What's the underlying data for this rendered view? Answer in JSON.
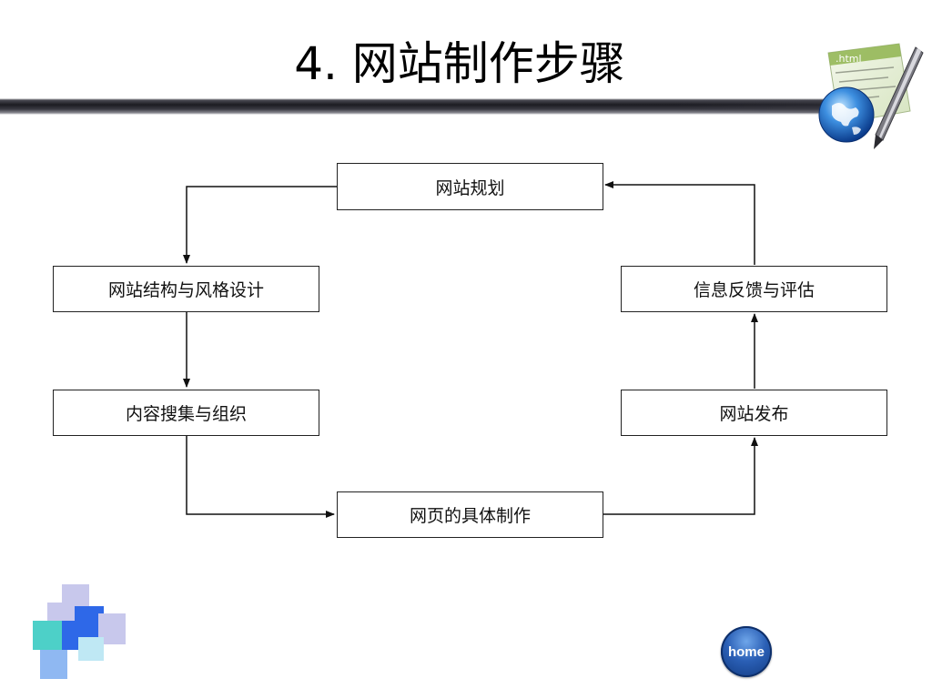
{
  "title": "4. 网站制作步骤",
  "icon_label": ".html",
  "steps": {
    "planning": "网站规划",
    "structure_design": "网站结构与风格设计",
    "content_collection": "内容搜集与组织",
    "page_production": "网页的具体制作",
    "publish": "网站发布",
    "feedback": "信息反馈与评估"
  },
  "home_label": "home",
  "colors": {
    "box_border": "#222222",
    "arrow": "#111111",
    "title_bar": "#1c1c22",
    "home_button": "#2a5fb5",
    "logo_squares": [
      "#4dd0c8",
      "#8fb8f2",
      "#2e68e8",
      "#c8c8ec",
      "#bfe8f4"
    ]
  },
  "icons": {
    "top_right": "html-globe-pen-icon",
    "bottom_left": "colored-squares-logo",
    "home": "home-button-icon"
  }
}
